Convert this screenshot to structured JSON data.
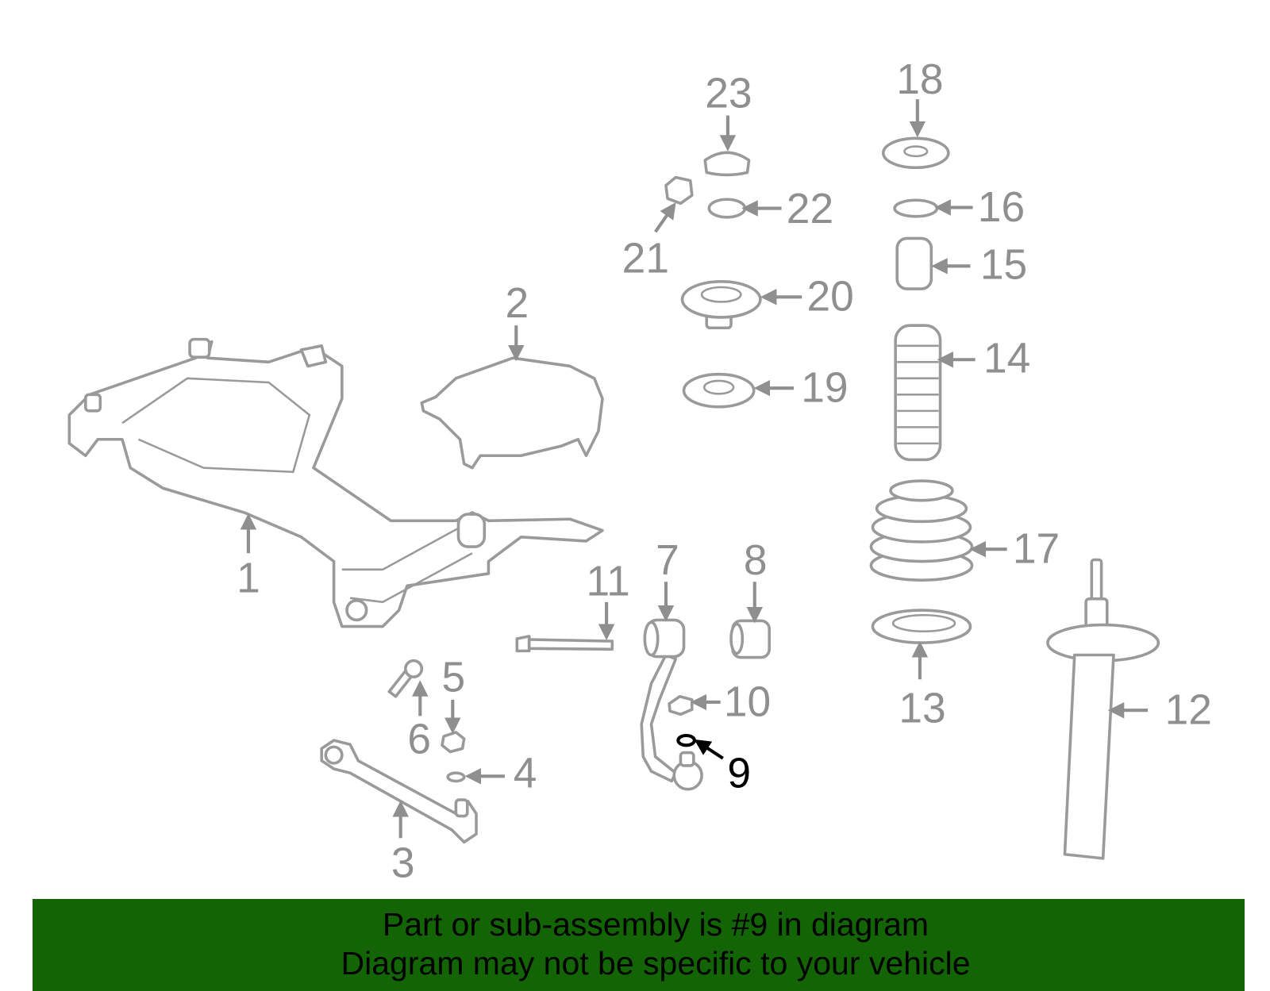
{
  "diagram": {
    "highlighted_part": "9",
    "callouts": [
      "1",
      "2",
      "3",
      "4",
      "5",
      "6",
      "7",
      "8",
      "9",
      "10",
      "11",
      "12",
      "13",
      "14",
      "15",
      "16",
      "17",
      "18",
      "19",
      "20",
      "21",
      "22",
      "23"
    ]
  },
  "banner": {
    "line1": "Part or sub-assembly is #9 in diagram",
    "line2": "Diagram may not be specific to your vehicle"
  },
  "colors": {
    "banner": "#126405",
    "callout": "#8f8f8f",
    "highlight": "#000000"
  }
}
